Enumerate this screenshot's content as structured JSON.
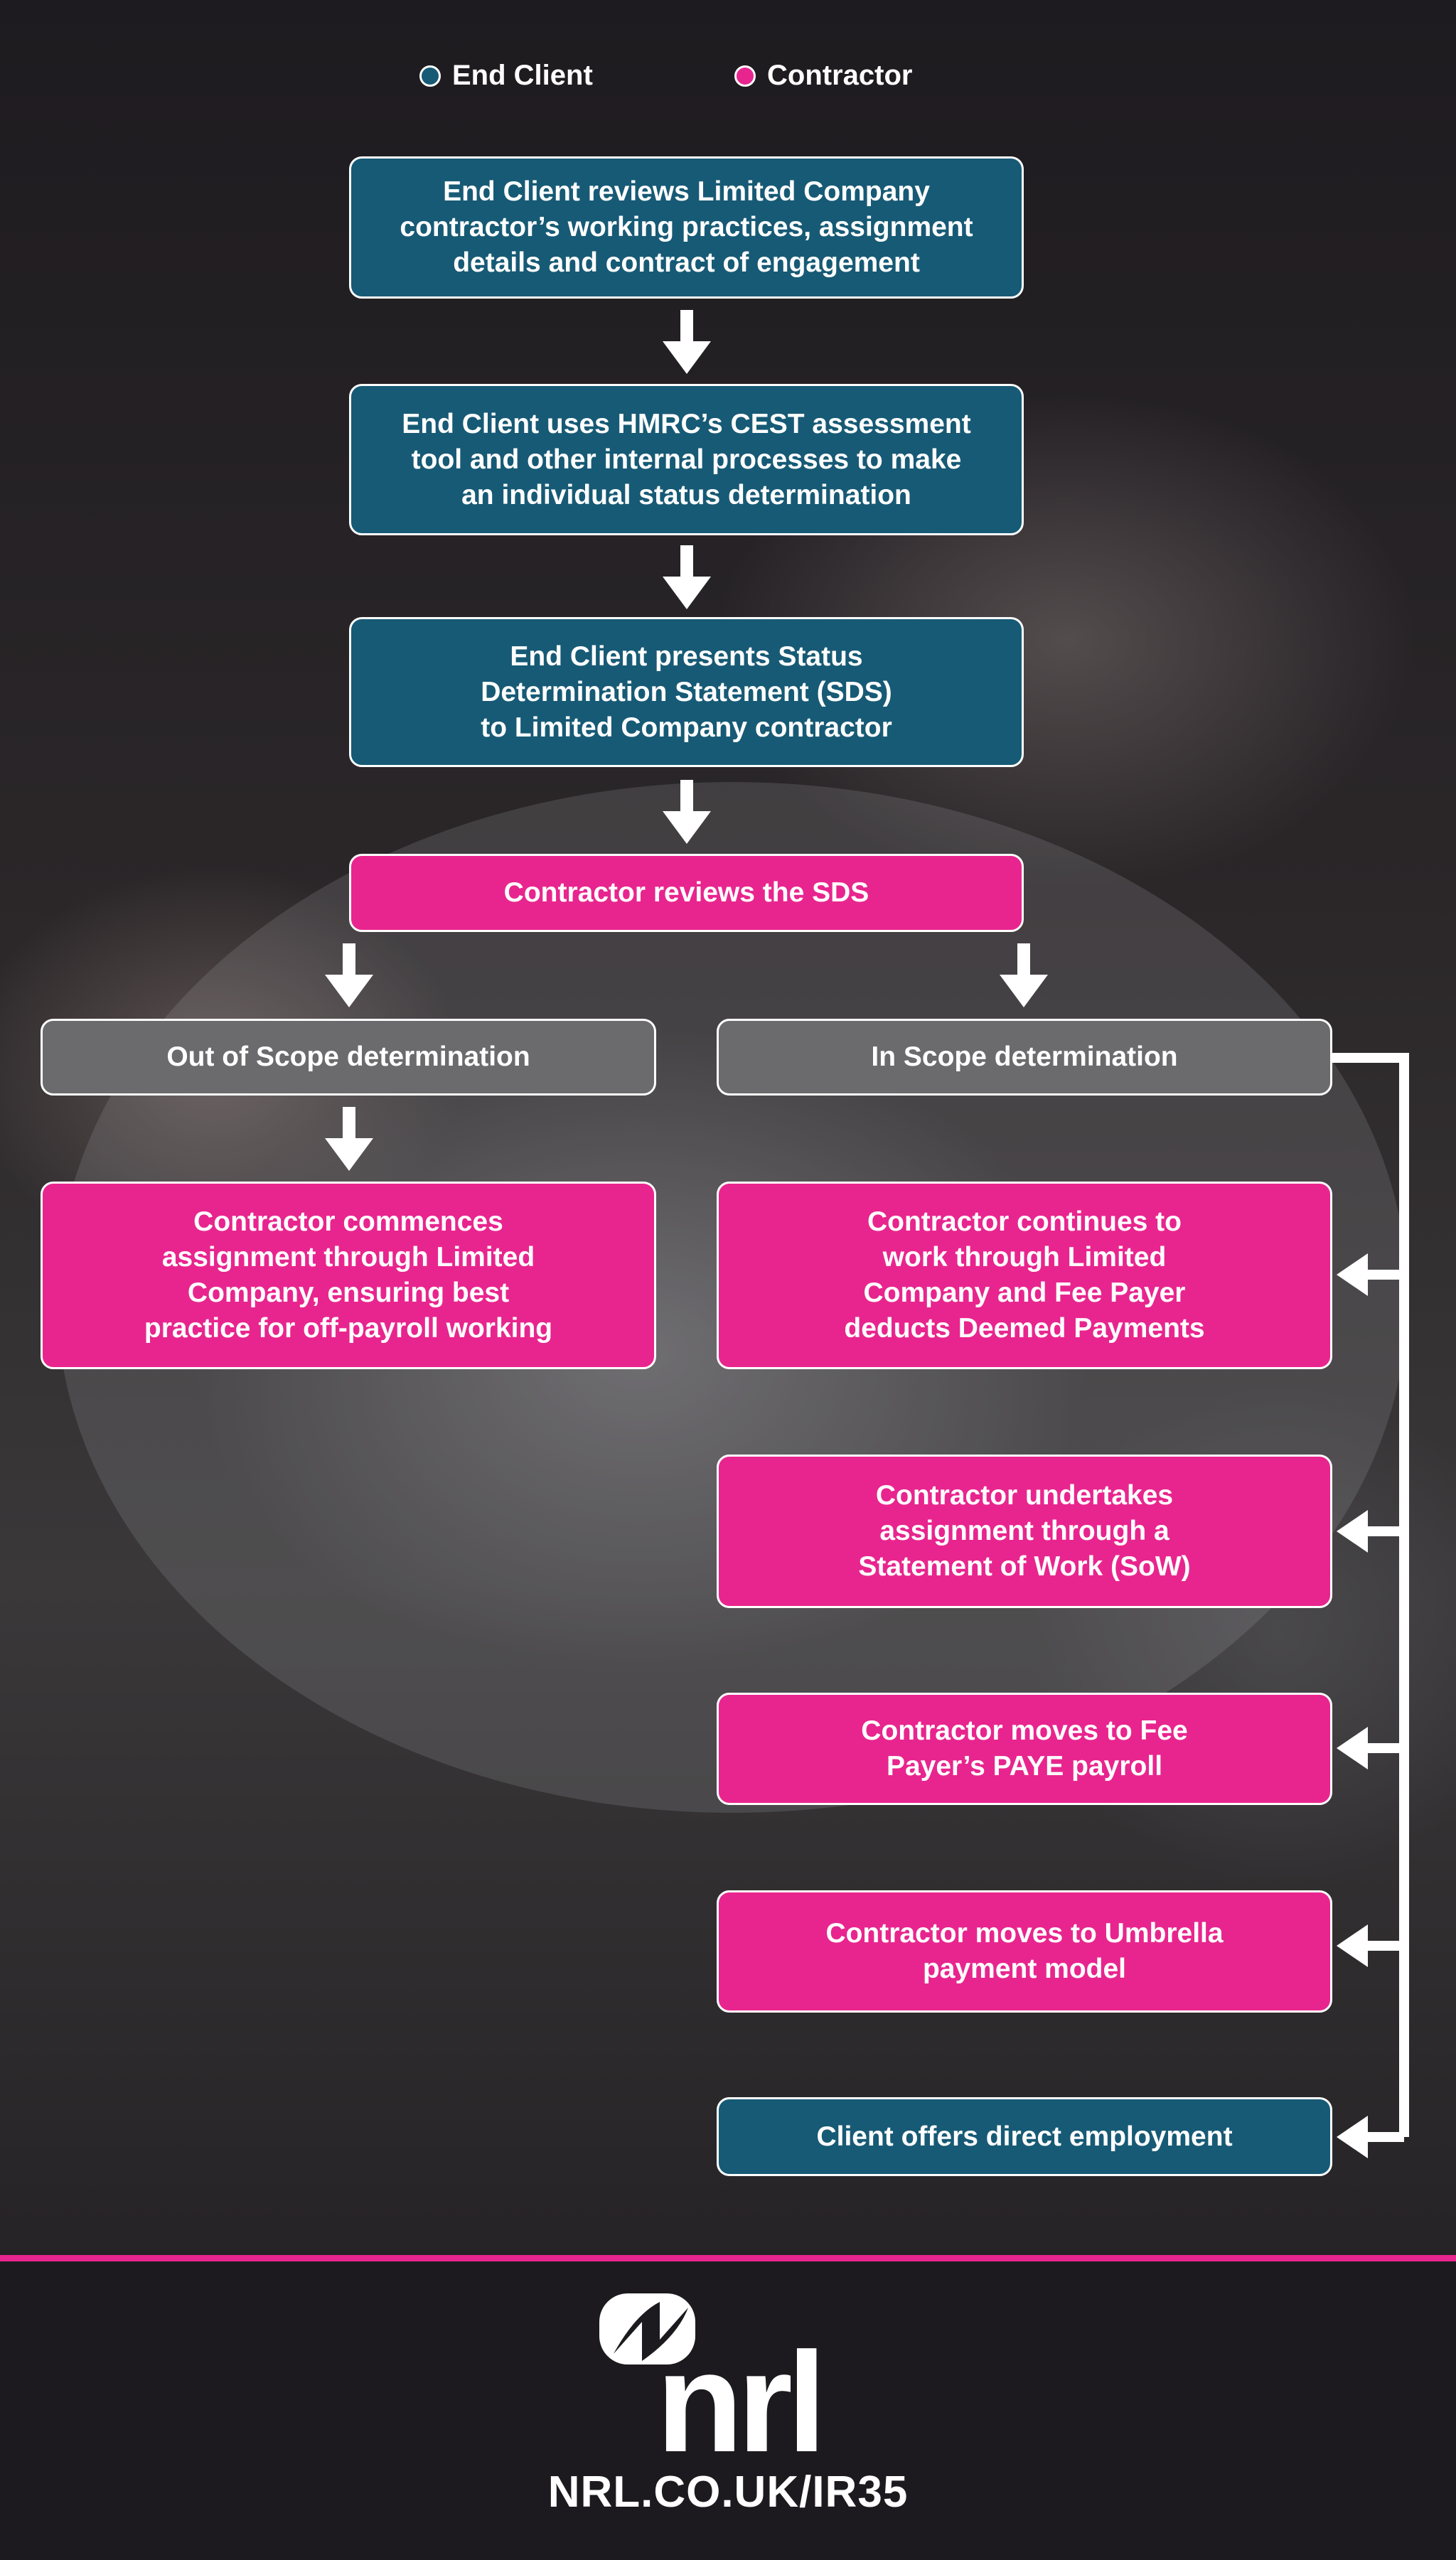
{
  "legend": [
    {
      "label": "End Client",
      "color": "#175a75"
    },
    {
      "label": "Contractor",
      "color": "#e8258e"
    }
  ],
  "colors": {
    "end_client": "#175a75",
    "contractor": "#e8258e",
    "determination": "#6b6b6d",
    "accent_line": "#e8258e"
  },
  "flow": {
    "step1": "End Client reviews Limited Company\ncontractor’s working practices, assignment\ndetails and contract of engagement",
    "step2": "End Client uses HMRC’s CEST assessment\ntool and other internal processes to make\nan individual status determination",
    "step3": "End Client presents Status\nDetermination Statement (SDS)\nto Limited Company contractor",
    "step4": "Contractor reviews the SDS",
    "out_of_scope": "Out of Scope determination",
    "in_scope": "In Scope determination",
    "out_result": "Contractor commences\nassignment through Limited\nCompany, ensuring best\npractice for off-payroll working",
    "in_options": [
      "Contractor continues to\nwork through Limited\nCompany and Fee Payer\ndeducts Deemed Payments",
      "Contractor undertakes\nassignment through a\nStatement of Work (SoW)",
      "Contractor moves to Fee\nPayer’s PAYE payroll",
      "Contractor moves to Umbrella\npayment model",
      "Client offers direct employment"
    ]
  },
  "footer": {
    "logo_text": "nrl",
    "url": "NRL.CO.UK/IR35"
  }
}
